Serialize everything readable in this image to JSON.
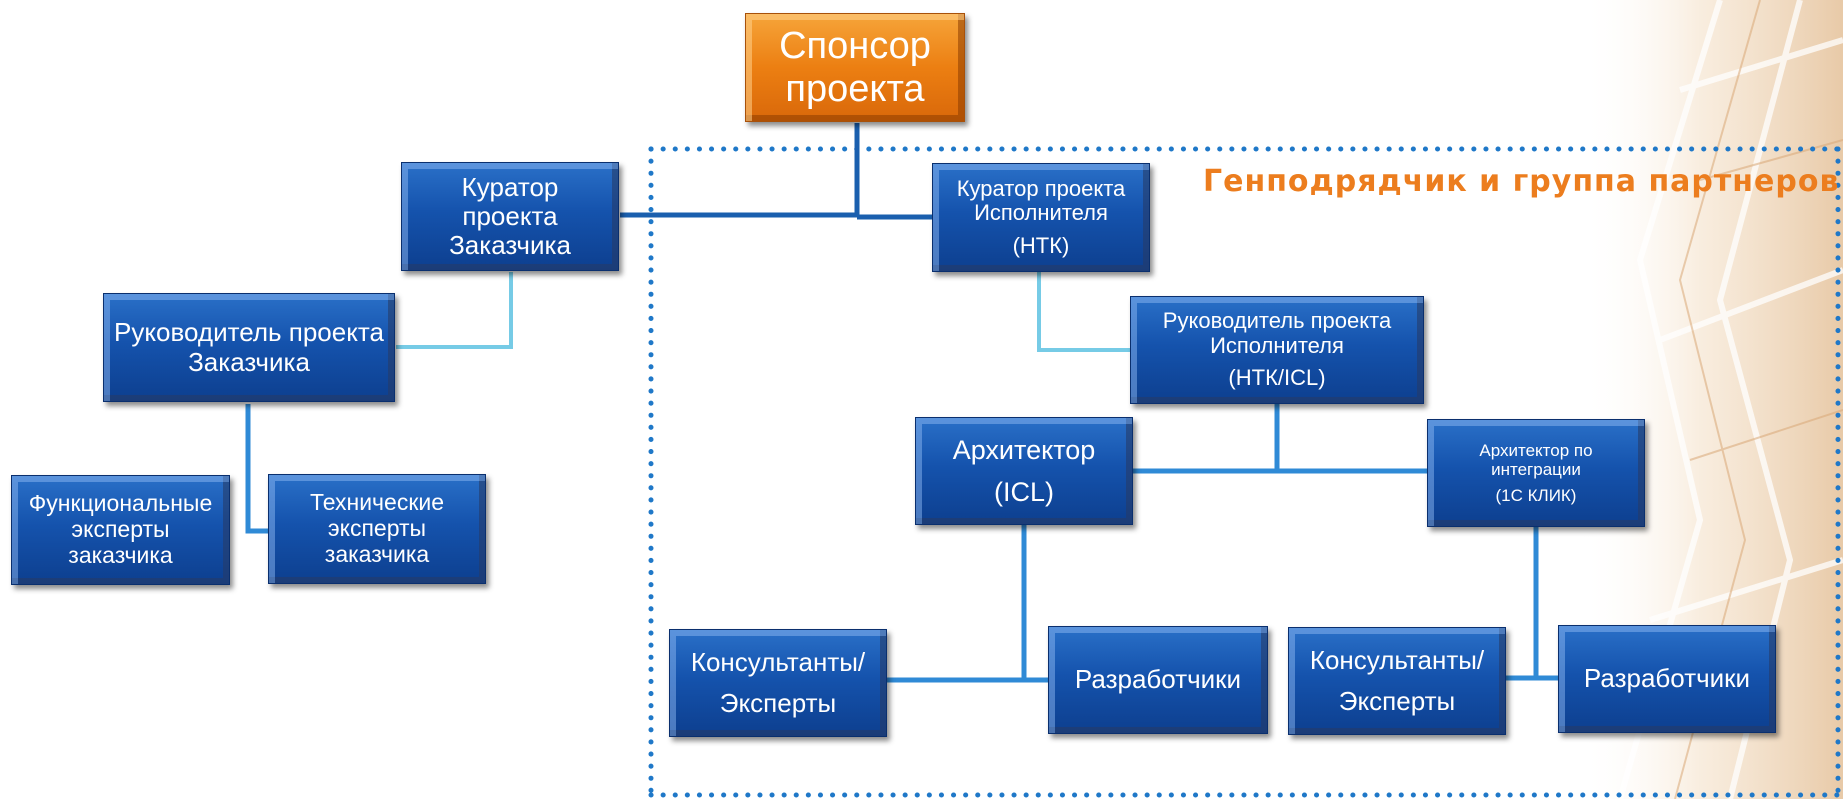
{
  "title": {
    "line1": "Спонсор",
    "line2": "проекта"
  },
  "group_label": "Генподрядчик и группа партнеров",
  "customer": {
    "curator": {
      "line1": "Куратор",
      "line2": "проекта",
      "line3": "Заказчика"
    },
    "manager": {
      "line1": "Руководитель проекта",
      "line2": "Заказчика"
    },
    "functional": {
      "line1": "Функциональные",
      "line2": "эксперты",
      "line3": "заказчика"
    },
    "technical": {
      "line1": "Технические",
      "line2": "эксперты",
      "line3": "заказчика"
    }
  },
  "contractor": {
    "curator": {
      "line1": "Куратор проекта",
      "line2": "Исполнителя",
      "line3": "(НТК)"
    },
    "manager": {
      "line1": "Руководитель проекта",
      "line2": "Исполнителя",
      "line3": "(НТК/ICL)"
    },
    "architect": {
      "line1": "Архитектор",
      "line2": "(ICL)"
    },
    "integration_architect": {
      "line1": "Архитектор по",
      "line2": "интеграции",
      "line3": "(1С КЛИК)"
    },
    "consultants_left": {
      "line1": "Консультанты/",
      "line2": "Эксперты"
    },
    "developers_left": "Разработчики",
    "consultants_right": {
      "line1": "Консультанты/",
      "line2": "Эксперты"
    },
    "developers_right": "Разработчики"
  },
  "colors": {
    "box_blue": "#1553ad",
    "box_orange": "#ec7f12",
    "label_orange": "#ec7d1e",
    "connector_dark": "#1a5fae",
    "connector_light": "#76cbe6",
    "dots": "#1f78c8"
  }
}
